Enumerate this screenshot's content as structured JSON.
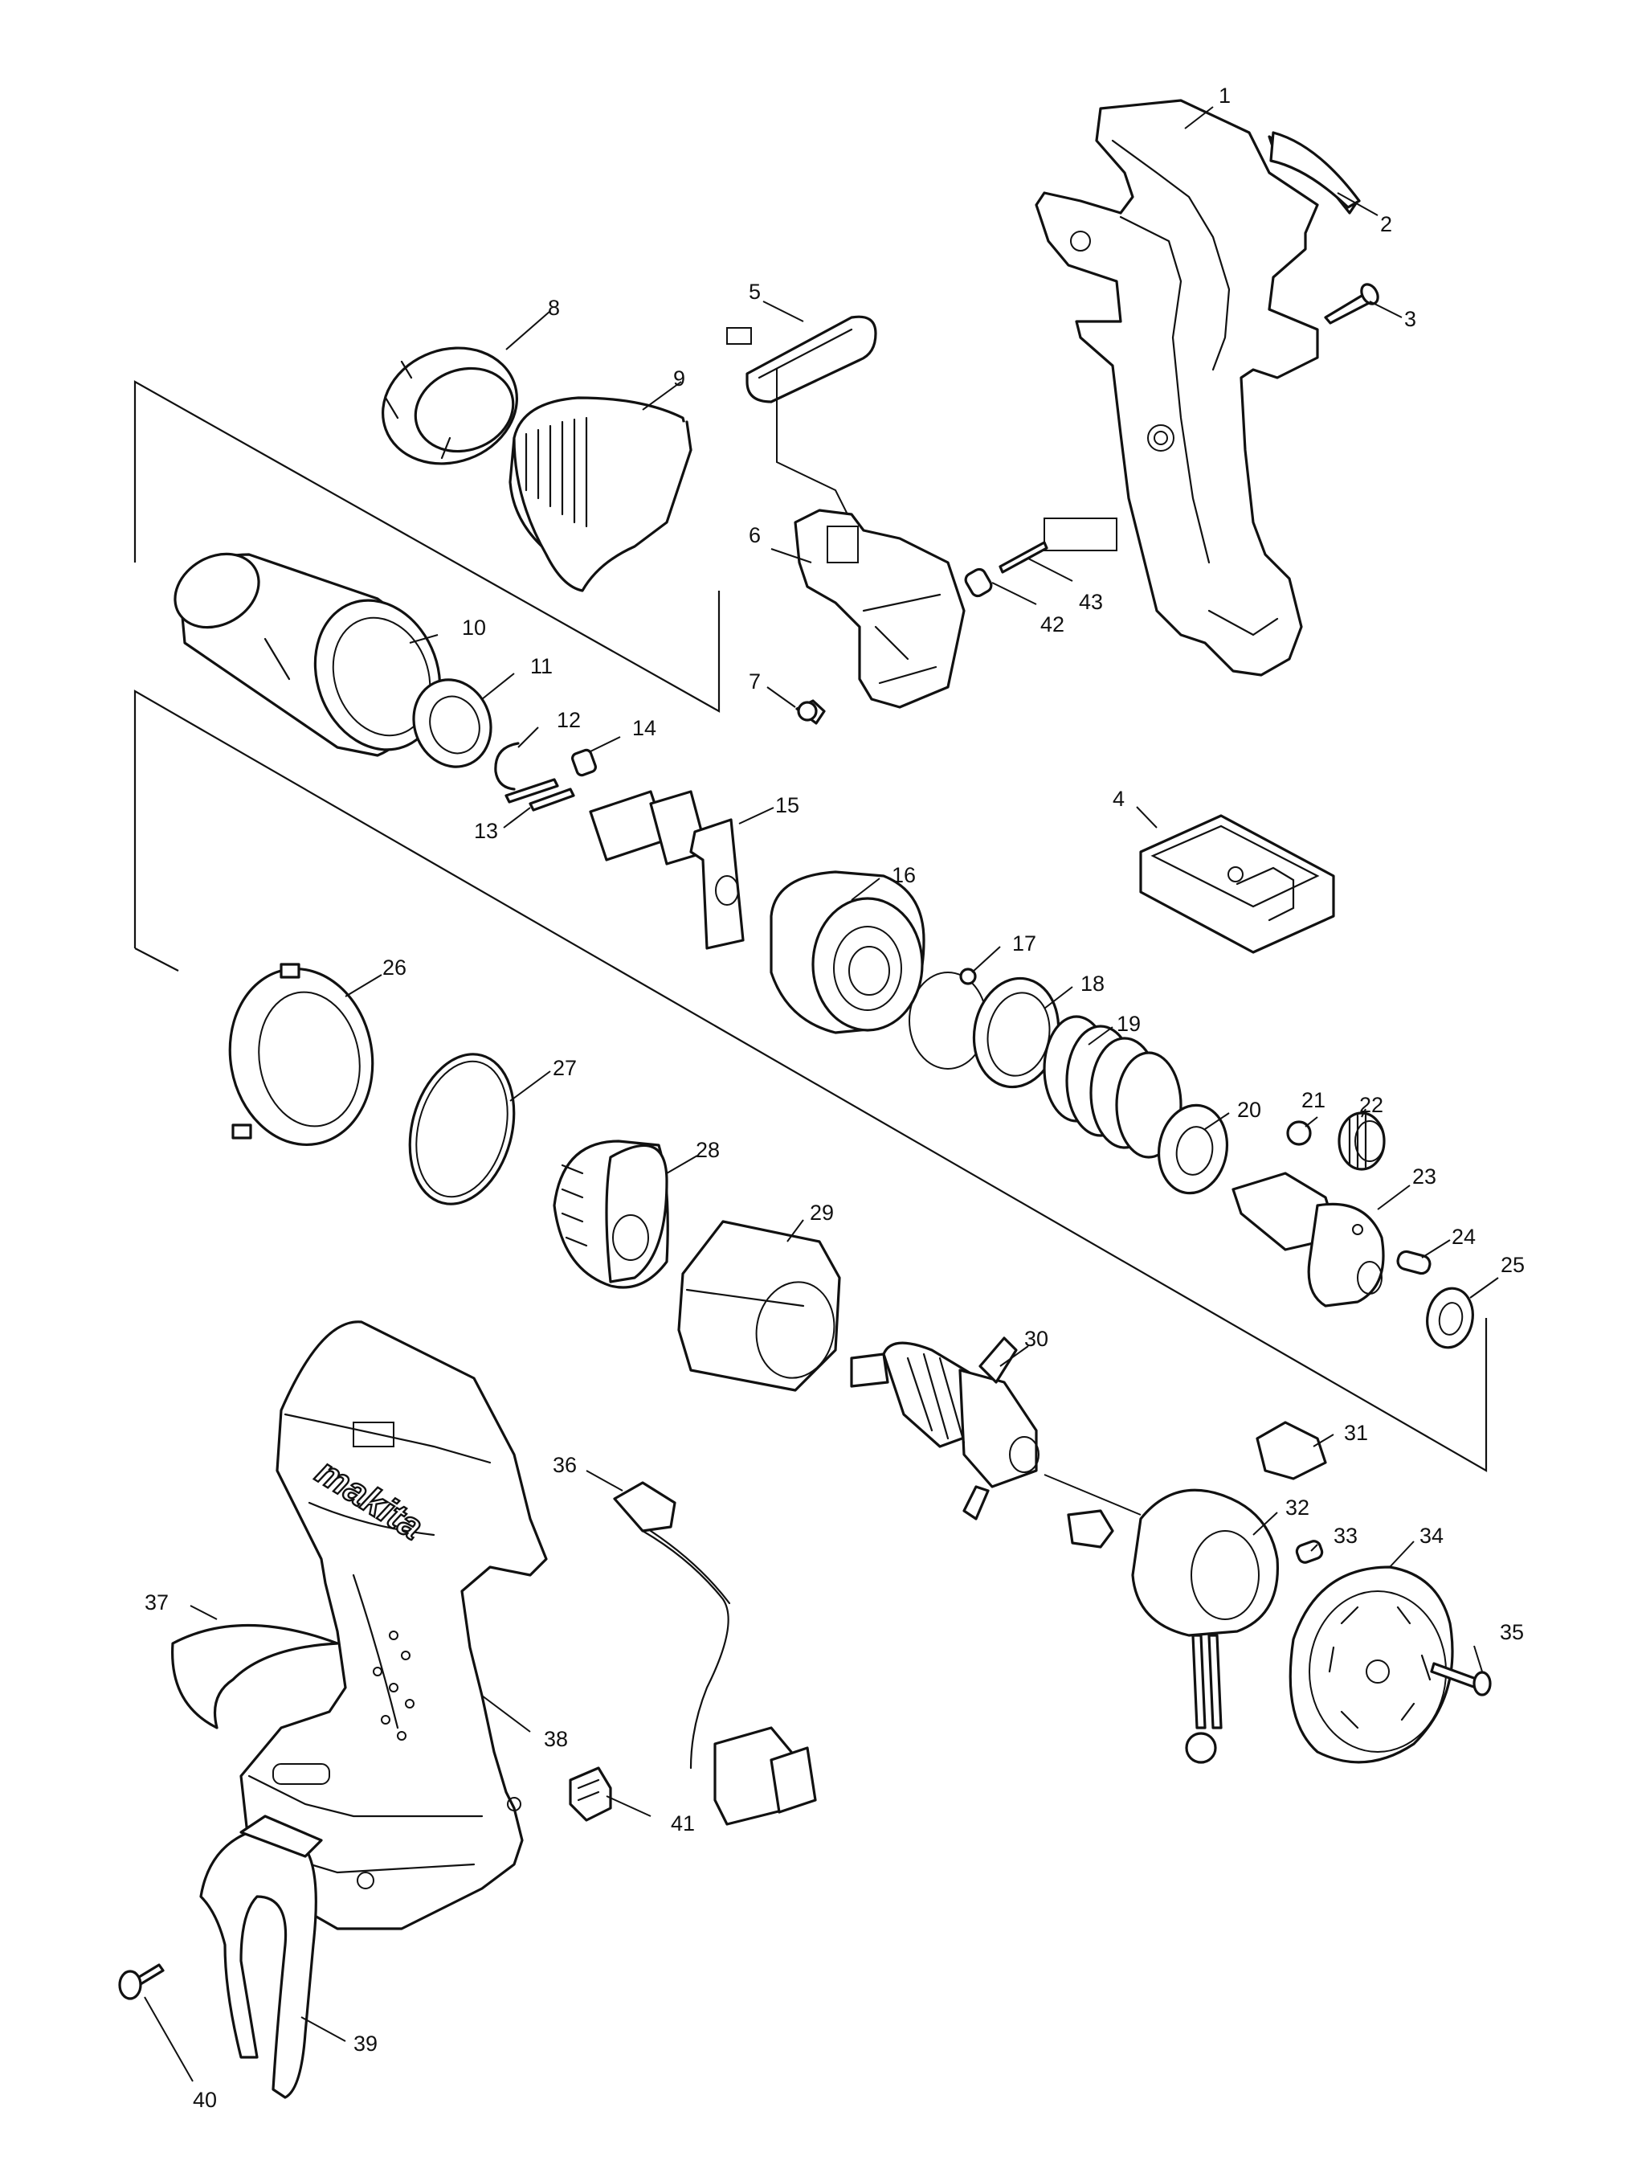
{
  "callouts": [
    "1",
    "2",
    "3",
    "4",
    "5",
    "6",
    "7",
    "8",
    "9",
    "10",
    "11",
    "12",
    "13",
    "14",
    "15",
    "16",
    "17",
    "18",
    "19",
    "20",
    "21",
    "22",
    "23",
    "24",
    "25",
    "26",
    "27",
    "28",
    "29",
    "30",
    "31",
    "32",
    "33",
    "34",
    "35",
    "36",
    "37",
    "38",
    "39",
    "40",
    "41",
    "42",
    "43"
  ],
  "housing_brand": "makita",
  "colors": {
    "line": "#111111",
    "background": "#ffffff"
  }
}
